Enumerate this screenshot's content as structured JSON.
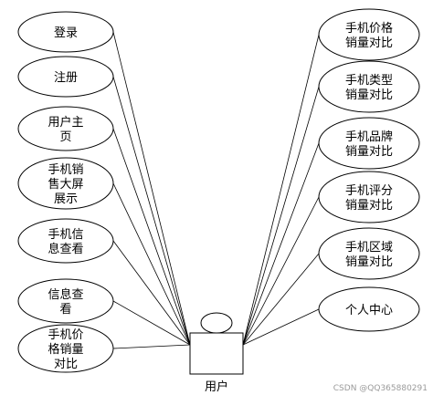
{
  "actor": {
    "label": "用户"
  },
  "left_use_cases": [
    {
      "id": "login",
      "lines": [
        "登录"
      ]
    },
    {
      "id": "register",
      "lines": [
        "注册"
      ]
    },
    {
      "id": "user-home",
      "lines": [
        "用户主",
        "页"
      ]
    },
    {
      "id": "phone-sales-big-screen",
      "lines": [
        "手机销",
        "售大屏",
        "展示"
      ]
    },
    {
      "id": "phone-info-view",
      "lines": [
        "手机信",
        "息查看"
      ]
    },
    {
      "id": "info-view",
      "lines": [
        "信息查",
        "看"
      ]
    },
    {
      "id": "phone-price-sales-compare-left",
      "lines": [
        "手机价",
        "格销量",
        "对比"
      ]
    }
  ],
  "right_use_cases": [
    {
      "id": "phone-price-sales-compare",
      "lines": [
        "手机价格",
        "销量对比"
      ]
    },
    {
      "id": "phone-type-sales-compare",
      "lines": [
        "手机类型",
        "销量对比"
      ]
    },
    {
      "id": "phone-brand-sales-compare",
      "lines": [
        "手机品牌",
        "销量对比"
      ]
    },
    {
      "id": "phone-rating-sales-compare",
      "lines": [
        "手机评分",
        "销量对比"
      ]
    },
    {
      "id": "phone-region-sales-compare",
      "lines": [
        "手机区域",
        "销量对比"
      ]
    },
    {
      "id": "personal-center",
      "lines": [
        "个人中心"
      ]
    }
  ],
  "watermark": "CSDN @QQ365880291"
}
